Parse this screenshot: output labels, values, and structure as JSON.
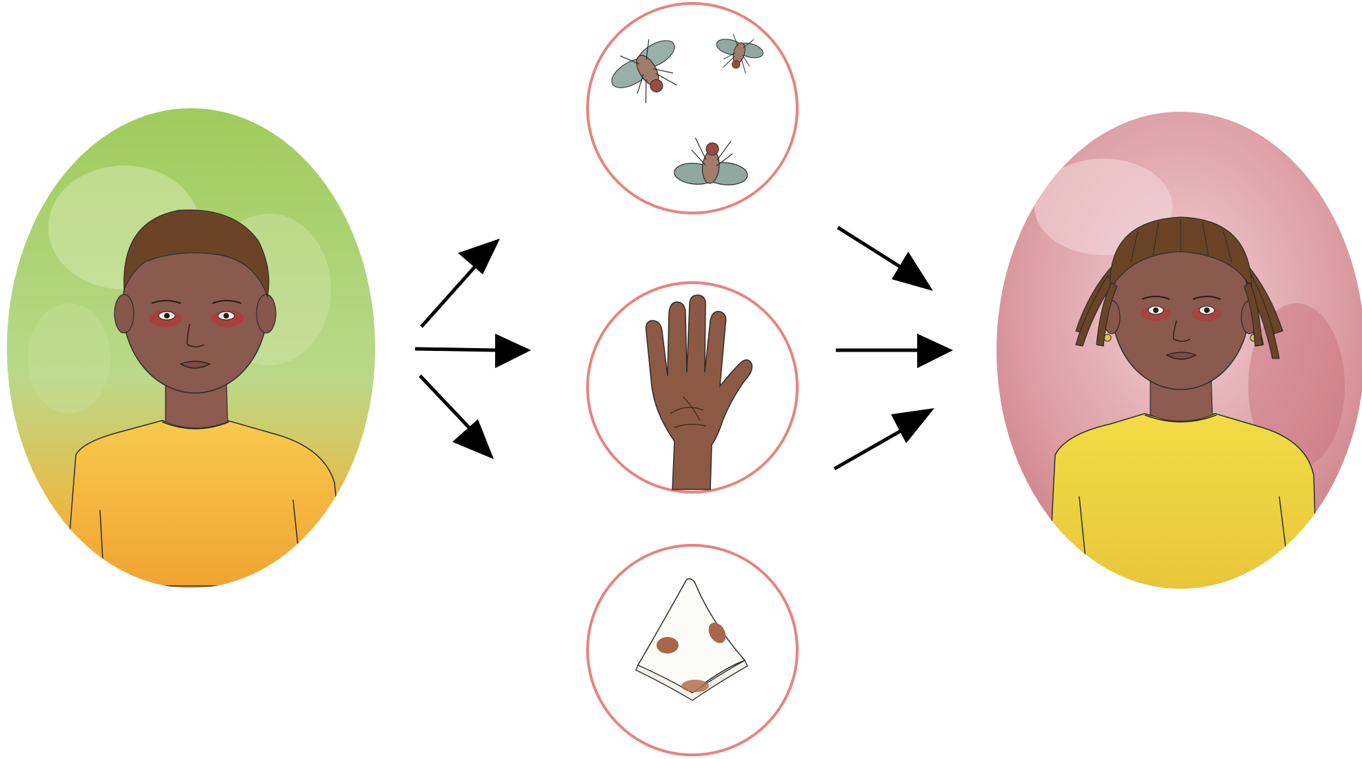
{
  "diagram": {
    "nodes": [
      {
        "id": "infected-child",
        "kind": "portrait",
        "description_icon": "boy-with-red-eyes-icon"
      },
      {
        "id": "vector-flies",
        "kind": "transmission-route",
        "icon": "flies-icon"
      },
      {
        "id": "vector-hands",
        "kind": "transmission-route",
        "icon": "hand-icon"
      },
      {
        "id": "vector-cloth",
        "kind": "transmission-route",
        "icon": "soiled-cloth-icon"
      },
      {
        "id": "new-infection",
        "kind": "portrait",
        "description_icon": "girl-with-red-eyes-icon"
      }
    ],
    "edges": [
      {
        "from": "infected-child",
        "to": "vector-flies"
      },
      {
        "from": "infected-child",
        "to": "vector-hands"
      },
      {
        "from": "infected-child",
        "to": "vector-cloth"
      },
      {
        "from": "vector-flies",
        "to": "new-infection"
      },
      {
        "from": "vector-hands",
        "to": "new-infection"
      },
      {
        "from": "vector-cloth",
        "to": "new-infection"
      }
    ]
  },
  "colors": {
    "circle_border": "#e8827c",
    "arrow": "#000000",
    "left_bg_green": "#9cc75a",
    "left_bg_yellow": "#f2b33a",
    "right_bg_pink": "#d88a92",
    "shirt_orange": "#f4b23e",
    "shirt_yellow": "#f0d540",
    "skin": "#8a5a4e",
    "hair": "#6b4428",
    "fly_wing": "#8fa8a0",
    "hand": "#8c5a44",
    "stain": "#a9674a"
  }
}
